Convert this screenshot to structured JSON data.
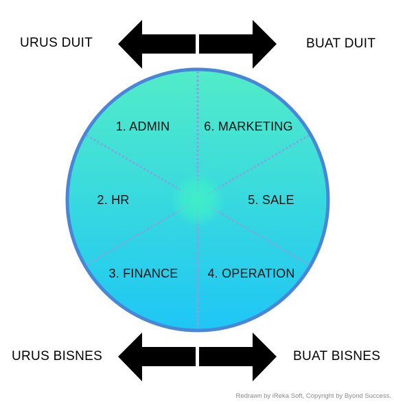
{
  "corners": {
    "top_left": "URUS DUIT",
    "top_right": "BUAT DUIT",
    "bottom_left": "URUS BISNES",
    "bottom_right": "BUAT BISNES"
  },
  "segments": {
    "admin": "1. ADMIN",
    "hr": "2. HR",
    "finance": "3. FINANCE",
    "operation": "4. OPERATION",
    "sale": "5. SALE",
    "marketing": "6. MARKETING"
  },
  "credit": "Redrawn by iReka Soft, Copyright by Byond Success.",
  "colors": {
    "circle_top": "#52ecc8",
    "circle_bottom": "#1ec6f5",
    "circle_border": "#4a86d8",
    "center_glow": "#3ef0c8",
    "divider": "#7fa6e0",
    "arrow": "#000000"
  }
}
